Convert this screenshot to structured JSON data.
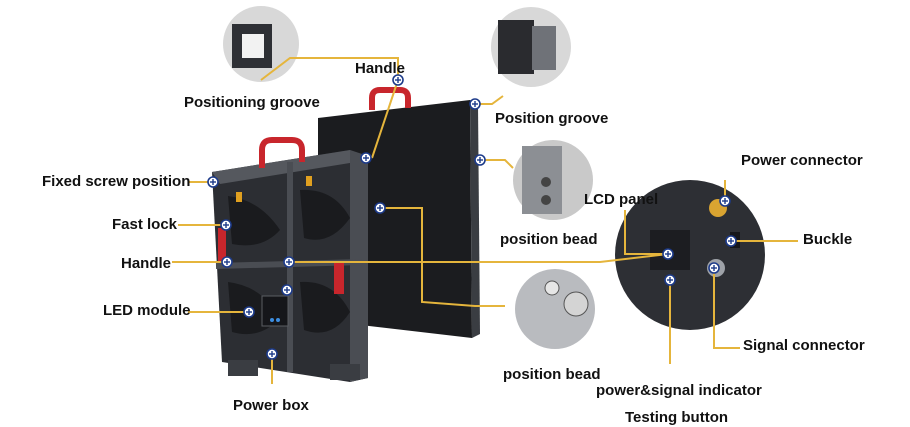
{
  "labels": {
    "handle_top": "Handle",
    "positioning_groove": "Positioning groove",
    "position_groove": "Position groove",
    "fixed_screw_position": "Fixed screw position",
    "fast_lock": "Fast lock",
    "handle_left": "Handle",
    "led_module": "LED module",
    "power_box": "Power box",
    "lcd_panel": "LCD panel",
    "position_bead_upper": "position bead",
    "position_bead_lower": "position bead",
    "power_signal_indicator": "power&signal indicator",
    "testing_button": "Testing button",
    "power_connector": "Power connector",
    "buckle": "Buckle",
    "signal_connector": "Signal connector"
  },
  "colors": {
    "leader_line": "#e5b53c",
    "marker": "#1d3b8a",
    "cabinet_frame": "#3a3d42",
    "panel_face": "#1b1c1f",
    "handle_red": "#c8262c"
  }
}
